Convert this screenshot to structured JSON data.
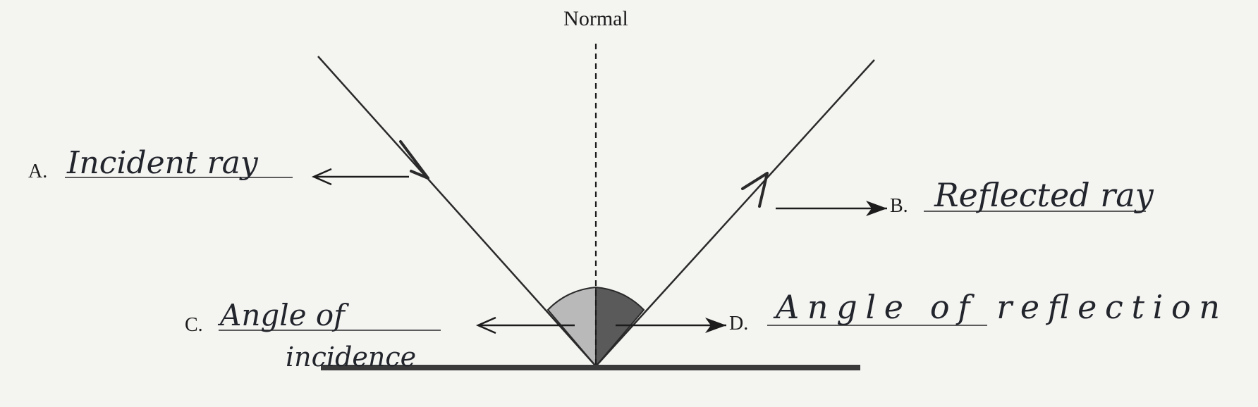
{
  "normal_label": "Normal",
  "labels": {
    "a": {
      "prefix": "A.",
      "answer": "Incident ray"
    },
    "b": {
      "prefix": "B.",
      "answer": "Reflected ray"
    },
    "c": {
      "prefix": "C.",
      "answer_line1": "Angle of",
      "answer_line2": "incidence"
    },
    "d": {
      "prefix": "D.",
      "answer": "Angle of reflection"
    }
  },
  "colors": {
    "ink": "#2a2a2a",
    "mirror": "#3a3a3a",
    "angle_incidence_fill": "#b9b9b9",
    "angle_reflection_fill": "#5a5a5a",
    "handwriting": "#22252c",
    "background": "#f4f4f1"
  }
}
